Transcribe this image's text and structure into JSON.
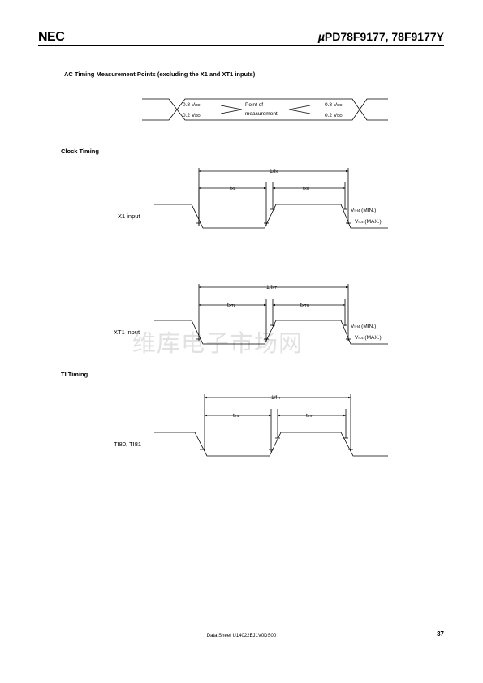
{
  "header": {
    "brand": "NEC",
    "mu": "µ",
    "title": "PD78F9177, 78F9177Y"
  },
  "ac_timing": {
    "heading": "AC Timing Measurement Points (excluding the X1 and XT1 inputs)",
    "high_left": "0.8 V",
    "high_left_sub": "DD",
    "low_left": "0.2 V",
    "low_left_sub": "DD",
    "high_right": "0.8 V",
    "high_right_sub": "DD",
    "low_right": "0.2 V",
    "low_right_sub": "DD",
    "point_line1": "Point of",
    "point_line2": "measurement"
  },
  "clock_timing": {
    "heading": "Clock Timing",
    "x1": {
      "signal": "X1 input",
      "period": "1/f",
      "period_sub": "X",
      "low": "t",
      "low_sub": "XL",
      "high": "t",
      "high_sub": "XH",
      "vih": "V",
      "vih_sub": "IH4",
      "vih_note": " (MIN.)",
      "vil": "V",
      "vil_sub": "IL4",
      "vil_note": " (MAX.)"
    },
    "xt1": {
      "signal": "XT1 input",
      "period": "1/f",
      "period_sub": "XT",
      "low": "t",
      "low_sub": "XTL",
      "high": "t",
      "high_sub": "XTH",
      "vih": "V",
      "vih_sub": "IH4",
      "vih_note": " (MIN.)",
      "vil": "V",
      "vil_sub": "IL4",
      "vil_note": " (MAX.)"
    }
  },
  "ti_timing": {
    "heading": "TI Timing",
    "signal": "TI80, TI81",
    "period": "1/f",
    "period_sub": "TI",
    "low": "t",
    "low_sub": "TIL",
    "high": "t",
    "high_sub": "TIH"
  },
  "watermark": "维库电子市场网",
  "footer": {
    "doc": "Data Sheet  U14022EJ1V0DS00",
    "page": "37"
  }
}
